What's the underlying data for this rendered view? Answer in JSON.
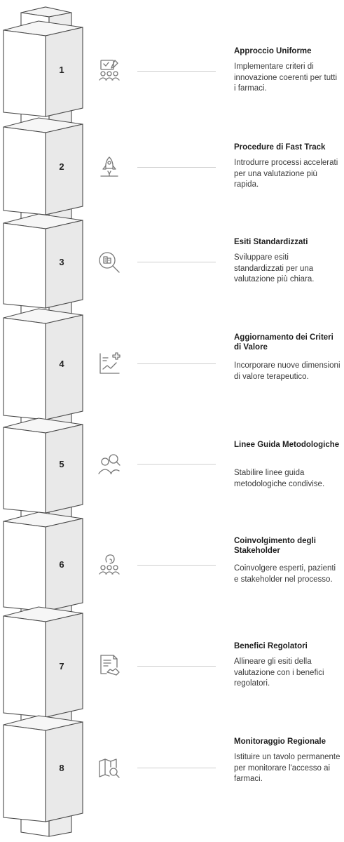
{
  "steps": [
    {
      "number": "1",
      "icon": "team-ideas-icon",
      "title": "Approccio Uniforme",
      "description": "Implementare criteri di innovazione coerenti per tutti i farmaci."
    },
    {
      "number": "2",
      "icon": "rocket-launch-icon",
      "title": "Procedure di Fast Track",
      "description": "Introdurre processi accelerati per una valutazione più rapida."
    },
    {
      "number": "3",
      "icon": "magnifier-document-icon",
      "title": "Esiti Standardizzati",
      "description": "Sviluppare esiti standardizzati per una valutazione più chiara."
    },
    {
      "number": "4",
      "icon": "chart-plus-icon",
      "title": "Aggiornamento dei Criteri di Valore",
      "description": "Incorporare nuove dimensioni di valore terapeutico."
    },
    {
      "number": "5",
      "icon": "people-search-icon",
      "title": "Linee Guida Metodologiche",
      "description": "Stabilire linee guida metodologiche condivise."
    },
    {
      "number": "6",
      "icon": "group-engagement-icon",
      "title": "Coinvolgimento degli Stakeholder",
      "description": "Coinvolgere esperti, pazienti e stakeholder nel processo."
    },
    {
      "number": "7",
      "icon": "contract-handshake-icon",
      "title": "Benefici Regolatori",
      "description": "Allineare gli esiti della valutazione con i benefici regolatori."
    },
    {
      "number": "8",
      "icon": "map-search-icon",
      "title": "Monitoraggio Regionale",
      "description": "Istituire un tavolo permanente per monitorare l'accesso ai farmaci."
    }
  ]
}
